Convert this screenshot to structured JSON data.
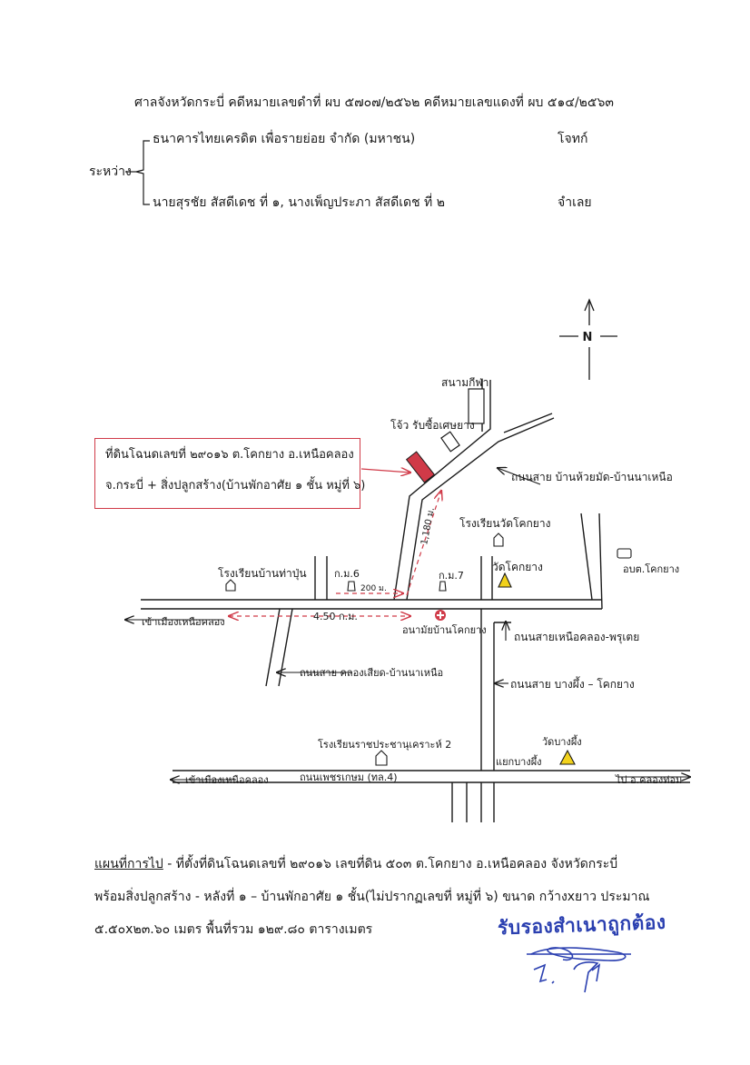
{
  "header": {
    "court_line": "ศาลจังหวัดกระบี่  คดีหมายเลขดำที่ ผบ ๕๗๐๗/๒๕๖๒ คดีหมายเลขแดงที่ ผบ ๕๑๔/๒๕๖๓",
    "between_label": "ระหว่าง",
    "plaintiff": "ธนาคารไทยเครดิต เพื่อรายย่อย จำกัด (มหาชน)",
    "plaintiff_role": "โจทก์",
    "defendant": "นายสุรชัย  สัสดีเดช  ที่ ๑, นางเพ็ญประภา  สัสดีเดช  ที่ ๒",
    "defendant_role": "จำเลย"
  },
  "compass": {
    "north": "N"
  },
  "map_labels": {
    "stadium": "สนามกีฬา",
    "rubber_buyer": "โจ้ว รับซื้อเศษยาง",
    "road_huaimat": "ถนนสาย บ้านห้วยมัด-บ้านนาเหนือ",
    "school_wat": "โรงเรียนวัดโคกยาง",
    "obt": "อบต.โคกยาง",
    "wat": "วัดโคกยาง",
    "school_thapun": "โรงเรียนบ้านท่าปุ่น",
    "km6": "ก.ม.6",
    "km7": "ก.ม.7",
    "dist_200": "200 ม.",
    "dist_1180": "1,180 ม.",
    "dist_450": "4.50 ก.ม.",
    "to_nuea_khlong_1": "เข้าเมืองเหนือคลอง",
    "health_center": "อนามัยบ้านโคกยาง",
    "road_nuea_khlong": "ถนนสายเหนือคลอง-พรุเตย",
    "road_khlong_siad": "ถนนสาย คลองเสียด-บ้านนาเหนือ",
    "road_bang_phueng": "ถนนสาย บางผึ้ง – โคกยาง",
    "school_pracha": "โรงเรียนราชประชานุเคราะห์ 2",
    "wat_bang_phueng": "วัดบางผึ้ง",
    "yaek_bang_phueng": "แยกบางผึ้ง",
    "to_nuea_khlong_2": "เข้าเมืองเหนือคลอง",
    "phetkasem": "ถนนเพชรเกษม (ทล.4)",
    "to_khlong_thom": "ไป อ.คลองท่อม"
  },
  "land_box": {
    "line1": "ที่ดินโฉนดเลขที่ ๒๙๐๑๖ ต.โคกยาง อ.เหนือคลอง",
    "line2": "จ.กระบี่ + สิ่งปลูกสร้าง(บ้านพักอาศัย ๑ ชั้น หมู่ที่ ๖)"
  },
  "footer": {
    "map_title": "แผนที่การไป",
    "line1_rest": "  - ที่ตั้งที่ดินโฉนดเลขที่ ๒๙๐๑๖  เลขที่ดิน ๕๐๓ ต.โคกยาง อ.เหนือคลอง จังหวัดกระบี่",
    "line2": "พร้อมสิ่งปลูกสร้าง - หลังที่ ๑ – บ้านพักอาศัย ๑ ชั้น(ไม่ปรากฏเลขที่ หมู่ที่ ๖) ขนาด กว้างxยาว ประมาณ",
    "line3": "๕.๕๐x๒๓.๖๐ เมตร พื้นที่รวม  ๑๒๙.๘๐ ตารางเมตร"
  },
  "stamp": {
    "text": "รับรองสำเนาถูกต้อง"
  },
  "colors": {
    "accent_red": "#d03a48",
    "stamp_blue": "#2a3fb0",
    "triangle_yellow": "#f2d21c"
  }
}
